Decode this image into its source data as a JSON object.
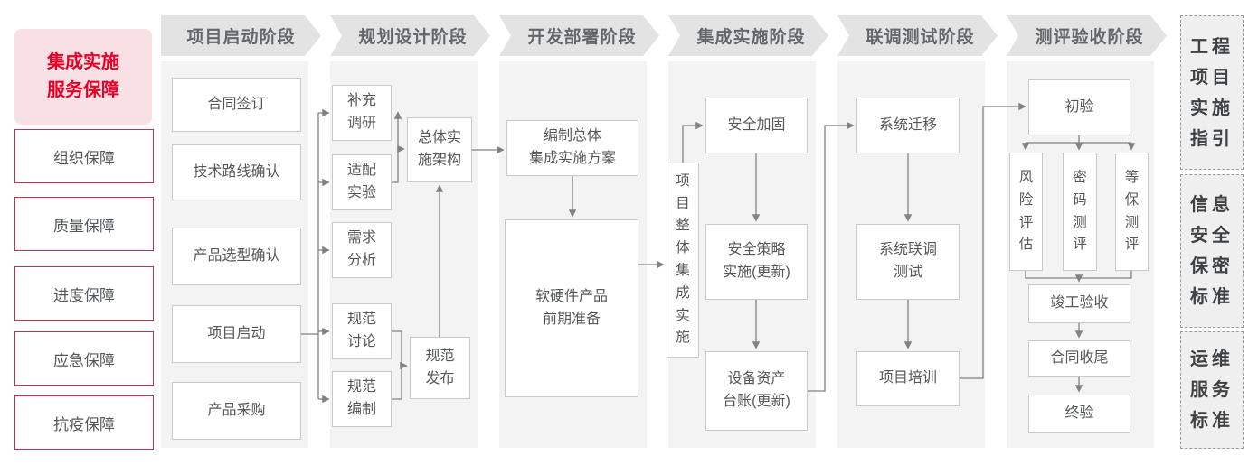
{
  "sidebar": {
    "header": "集成实施\n服务保障",
    "items": [
      "组织保障",
      "质量保障",
      "进度保障",
      "应急保障",
      "抗疫保障"
    ]
  },
  "phases": [
    {
      "label": "项目启动阶段",
      "boxes": {
        "contract_signing": "合同签订",
        "tech_route_confirm": "技术路线确认",
        "product_selection_confirm": "产品选型确认",
        "project_kickoff": "项目启动",
        "product_procurement": "产品采购"
      }
    },
    {
      "label": "规划设计阶段",
      "boxes": {
        "supplementary_research": "补充\n调研",
        "adaptation_test": "适配\n实验",
        "requirement_analysis": "需求\n分析",
        "spec_discussion": "规范\n讨论",
        "spec_drafting": "规范\n编制",
        "overall_impl_architecture": "总体实\n施架构",
        "spec_release": "规范\n发布"
      }
    },
    {
      "label": "开发部署阶段",
      "boxes": {
        "overall_integration_plan": "编制总体\n集成实施方案",
        "hw_sw_preparation": "软硬件产品\n前期准备"
      }
    },
    {
      "label": "集成实施阶段",
      "boxes": {
        "overall_project_integration": "项\n目\n整\n体\n集\n成\n实\n施",
        "security_hardening": "安全加固",
        "security_policy_impl": "安全策略\n实施(更新)",
        "equipment_asset_ledger": "设备资产\n台账(更新)"
      }
    },
    {
      "label": "联调测试阶段",
      "boxes": {
        "system_migration": "系统迁移",
        "system_joint_testing": "系统联调\n测试",
        "project_training": "项目培训"
      }
    },
    {
      "label": "测评验收阶段",
      "boxes": {
        "preliminary_acceptance": "初验",
        "risk_assessment": "风\n险\n评\n估",
        "crypto_evaluation": "密\n码\n测\n评",
        "classified_protection_evaluation": "等\n保\n测\n评",
        "completion_acceptance": "竣工验收",
        "contract_closure": "合同收尾",
        "final_acceptance": "终验"
      }
    }
  ],
  "standards": {
    "project_implementation_guide": "工程\n项目\n实施\n指引",
    "info_security_confidentiality_standard": "信息\n安全\n保密\n标准",
    "om_service_standard": "运维\n服务\n标准"
  },
  "colors": {
    "accent_red": "#e60027",
    "pink_bg": "#f9e0e4",
    "red_border": "#c0344e",
    "header_bg": "#e3e3e3",
    "column_bg": "#f3f3f3",
    "box_border": "#c9c9c9",
    "line_gray": "#828282",
    "text_dark": "#55585a"
  }
}
